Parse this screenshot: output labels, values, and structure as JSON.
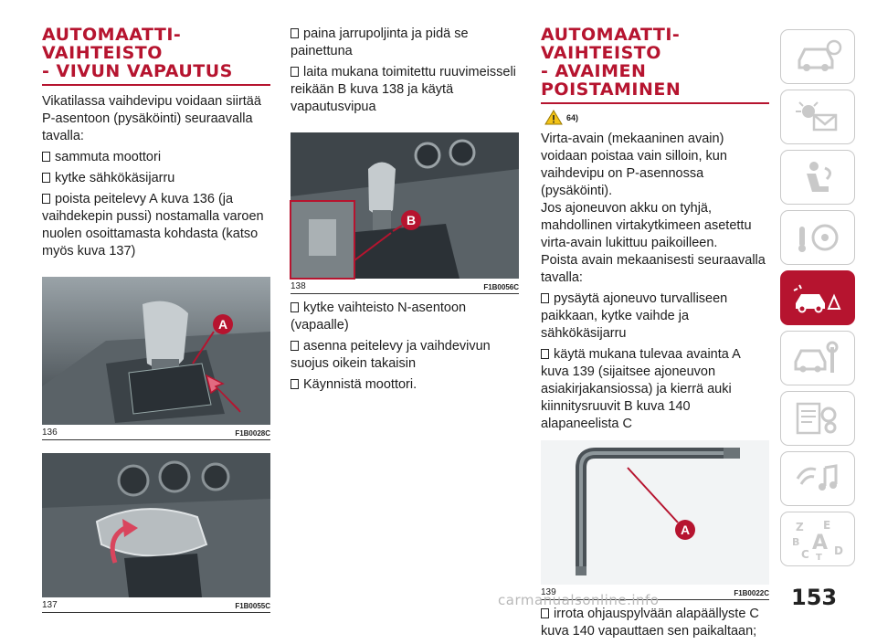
{
  "left": {
    "heading_lines": [
      "AUTOMAATTI-",
      "VAIHTEISTO",
      "- VIVUN VAPAUTUS"
    ],
    "intro": "Vikatilassa vaihdevipu voidaan siirtää P-asentoon (pysäköinti) seuraavalla tavalla:",
    "bullets": [
      "sammuta moottori",
      "kytke sähkökäsijarru",
      "poista peitelevy A kuva 136 (ja vaihdekepin pussi) nostamalla varoen nuolen osoittamasta kohdasta (katso myös kuva 137)"
    ],
    "fig136": {
      "number": "136",
      "code": "F1B0028C",
      "callout": "A"
    },
    "fig137": {
      "number": "137",
      "code": "F1B0055C"
    }
  },
  "middle": {
    "bullets_top": [
      "paina jarrupoljinta ja pidä se painettuna",
      "laita mukana toimitettu ruuvimeisseli reikään B kuva 138 ja käytä vapautusvipua"
    ],
    "fig138": {
      "number": "138",
      "code": "F1B0056C",
      "callout": "B"
    },
    "bullets_bottom": [
      "kytke vaihteisto N-asentoon (vapaalle)",
      "asenna peitelevy ja vaihdevivun suojus oikein takaisin",
      "Käynnistä moottori."
    ]
  },
  "right": {
    "heading_lines": [
      "AUTOMAATTI-",
      "VAIHTEISTO",
      "- AVAIMEN",
      "POISTAMINEN"
    ],
    "warning_ref": "64)",
    "paragraphs": [
      "Virta-avain (mekaaninen avain) voidaan poistaa vain silloin, kun vaihdevipu on P-asennossa (pysäköinti).",
      "Jos ajoneuvon akku on tyhjä, mahdollinen virtakytkimeen asetettu virta-avain lukittuu paikoilleen.",
      "Poista avain mekaanisesti seuraavalla tavalla:"
    ],
    "bullets_top": [
      "pysäytä ajoneuvo turvalliseen paikkaan, kytke vaihde ja sähkökäsijarru",
      "käytä mukana tulevaa avainta A kuva 139 (sijaitsee ajoneuvon asiakirjakansiossa) ja kierrä auki kiinnitysruuvit B kuva 140 alapaneelista C"
    ],
    "fig139": {
      "number": "139",
      "code": "F1B0022C",
      "callout": "A"
    },
    "bullets_bottom": [
      "irrota ohjauspylvään alapäällyste C kuva 140 vapauttaen sen paikaltaan;"
    ]
  },
  "sidebar": {
    "icons": [
      "car-dashboard-icon",
      "warning-lights-envelope-icon",
      "seat-airbag-icon",
      "key-steering-wheel-icon",
      "car-emergency-icon",
      "car-maintenance-icon",
      "specifications-gears-icon",
      "multimedia-music-icon",
      "alphabetical-index-icon"
    ],
    "active_index": 4,
    "index_letters": [
      "Z",
      "E",
      "B",
      "A",
      "C",
      "D",
      "T"
    ]
  },
  "page_number": "153",
  "watermark": "carmanualsonline.info",
  "colors": {
    "accent": "#b6142f",
    "sidebar_inactive": "#c9c9c9"
  }
}
